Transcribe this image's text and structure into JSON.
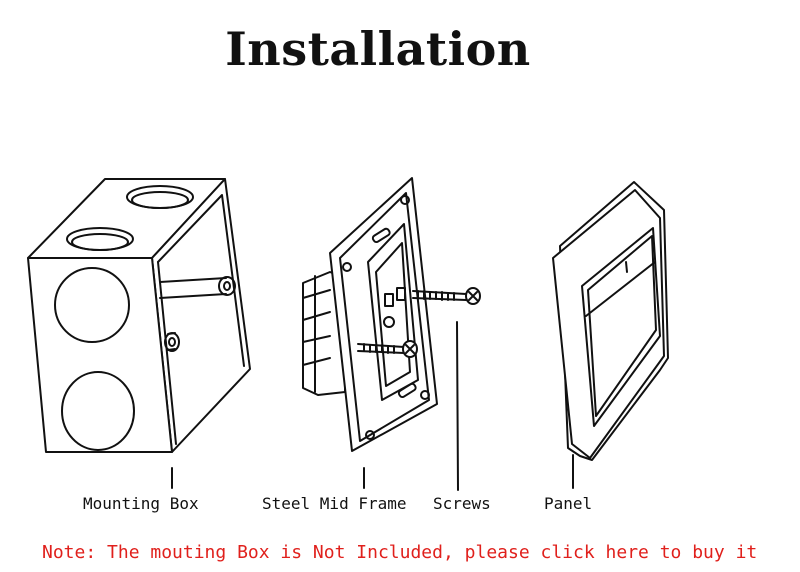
{
  "title": "Installation",
  "labels": {
    "mounting_box": "Mounting Box",
    "steel_mid_frame": "Steel Mid Frame",
    "screws": "Screws",
    "panel": "Panel"
  },
  "note": "Note: The mouting Box is Not Included, please click here to buy it",
  "colors": {
    "note": "#e0201c",
    "line": "#111111"
  }
}
